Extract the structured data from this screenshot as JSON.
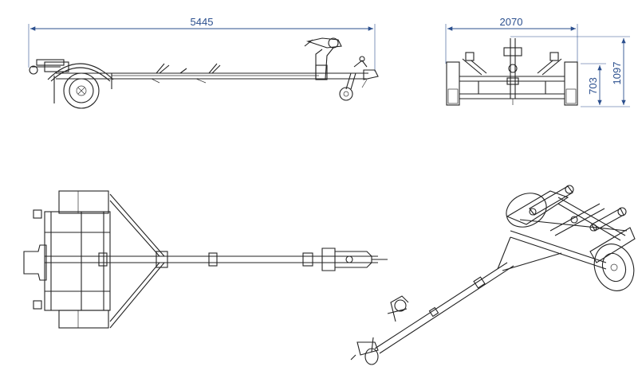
{
  "dimensions": {
    "length": "5445",
    "width": "2070",
    "height_low": "703",
    "height_total": "1097"
  },
  "colors": {
    "dimension": "#2b4f8e",
    "line": "#222222"
  }
}
